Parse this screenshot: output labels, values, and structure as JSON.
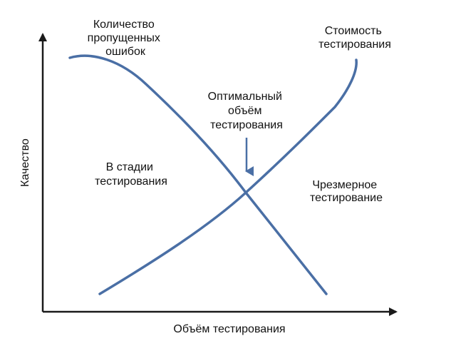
{
  "diagram": {
    "x_axis_label": "Объём тестирования",
    "y_axis_label": "Качество",
    "curves": {
      "missed_defects": {
        "label_lines": [
          "Количество",
          "пропущенных",
          "ошибок"
        ]
      },
      "testing_cost": {
        "label_lines": [
          "Стоимость",
          "тестирования"
        ]
      }
    },
    "optimum": {
      "label_lines": [
        "Оптимальный",
        "объём",
        "тестирования"
      ]
    },
    "zones": {
      "during_testing": {
        "label_lines": [
          "В стадии",
          "тестирования"
        ]
      },
      "excessive": {
        "label_lines": [
          "Чрезмерное",
          "тестирование"
        ]
      }
    },
    "colors": {
      "curve": "#4a6fa5",
      "axis": "#1a1a1a",
      "text": "#111111"
    }
  }
}
